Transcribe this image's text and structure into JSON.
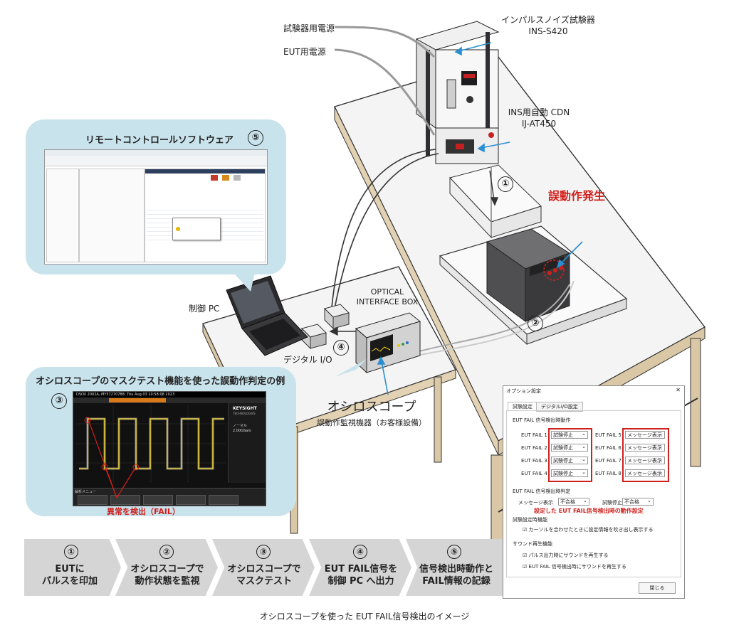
{
  "labels": {
    "tester_power": "試験器用電源",
    "eut_power": "EUT用電源",
    "impulse_name": "インパルスノイズ試験器",
    "impulse_model": "INS-S420",
    "cdn_name": "INS用自動 CDN",
    "cdn_model": "IJ-AT450",
    "malfunction": "誤動作発生",
    "optical_line1": "OPTICAL",
    "optical_line2": "INTERFACE BOX",
    "control_pc": "制御 PC",
    "digital_io": "デジタル I/O",
    "scope_name": "オシロスコープ",
    "scope_sub": "誤動作監視機器（お客様設備）",
    "remote_title": "リモートコントロールソフトウェア",
    "mask_title": "オシロスコープのマスクテスト機能を使った誤動作判定の例",
    "anomaly": "異常を検出（FAIL）",
    "setting_note": "設定した EUT FAIL信号検出時の動作設定",
    "caption": "オシロスコープを使った EUT FAIL信号検出のイメージ"
  },
  "markers": {
    "n1": "①",
    "n2": "②",
    "n3": "③",
    "n4": "④",
    "n5": "⑤"
  },
  "steps": [
    {
      "num": "①",
      "line1": "EUTに",
      "line2": "パルスを印加"
    },
    {
      "num": "②",
      "line1": "オシロスコープで",
      "line2": "動作状態を監視"
    },
    {
      "num": "③",
      "line1": "オシロスコープで",
      "line2": "マスクテスト"
    },
    {
      "num": "④",
      "line1": "EUT FAIL信号を",
      "line2": "制御 PC へ出力"
    },
    {
      "num": "⑤",
      "line1": "信号検出時動作と",
      "line2": "FAIL情報の記録"
    }
  ],
  "scope": {
    "header": "DSOX 2002A, MY57270788: Thu Aug 03 10:58:08 2023",
    "brand": "KEYSIGHT",
    "brand_sub": "TECHNOLOGIES",
    "acq_mode": "ノーマル",
    "sample_rate": "2.00GSa/s",
    "menu": "解析メニュー"
  },
  "dialog": {
    "title": "オプション設定",
    "close_x": "✕",
    "tab1": "試験設定",
    "tab2": "デジタルI/O設定",
    "group_fail_action": "EUT FAIL 信号検出時動作",
    "fails": [
      {
        "label": "EUT FAIL 1",
        "value": "試験停止"
      },
      {
        "label": "EUT FAIL 2",
        "value": "試験停止"
      },
      {
        "label": "EUT FAIL 3",
        "value": "試験停止"
      },
      {
        "label": "EUT FAIL 4",
        "value": "試験停止"
      },
      {
        "label": "EUT FAIL 5",
        "value": "メッセージ表示"
      },
      {
        "label": "EUT FAIL 6",
        "value": "メッセージ表示"
      },
      {
        "label": "EUT FAIL 7",
        "value": "メッセージ表示"
      },
      {
        "label": "EUT FAIL 8",
        "value": "メッセージ表示"
      }
    ],
    "group_judge": "EUT FAIL 信号検出時判定",
    "judge_msg_label": "メッセージ表示",
    "judge_msg_value": "不合格",
    "judge_stop_label": "試験停止",
    "judge_stop_value": "不合格",
    "group_tooltip": "試験設定時機能",
    "tooltip_check": "カーソルを合わせたときに設定情報を吹き出し表示する",
    "group_sound": "サウンド再生機能",
    "sound_check1": "パルス出力時にサウンドを再生する",
    "sound_check2": "EUT FAIL 信号検出時にサウンドを再生する",
    "close_button": "閉じる"
  },
  "colors": {
    "bubble": "#c9e3ec",
    "accent_red": "#d0201c",
    "arrow_blue": "#2a8fd0",
    "step_gray": "#d5d5d5"
  }
}
